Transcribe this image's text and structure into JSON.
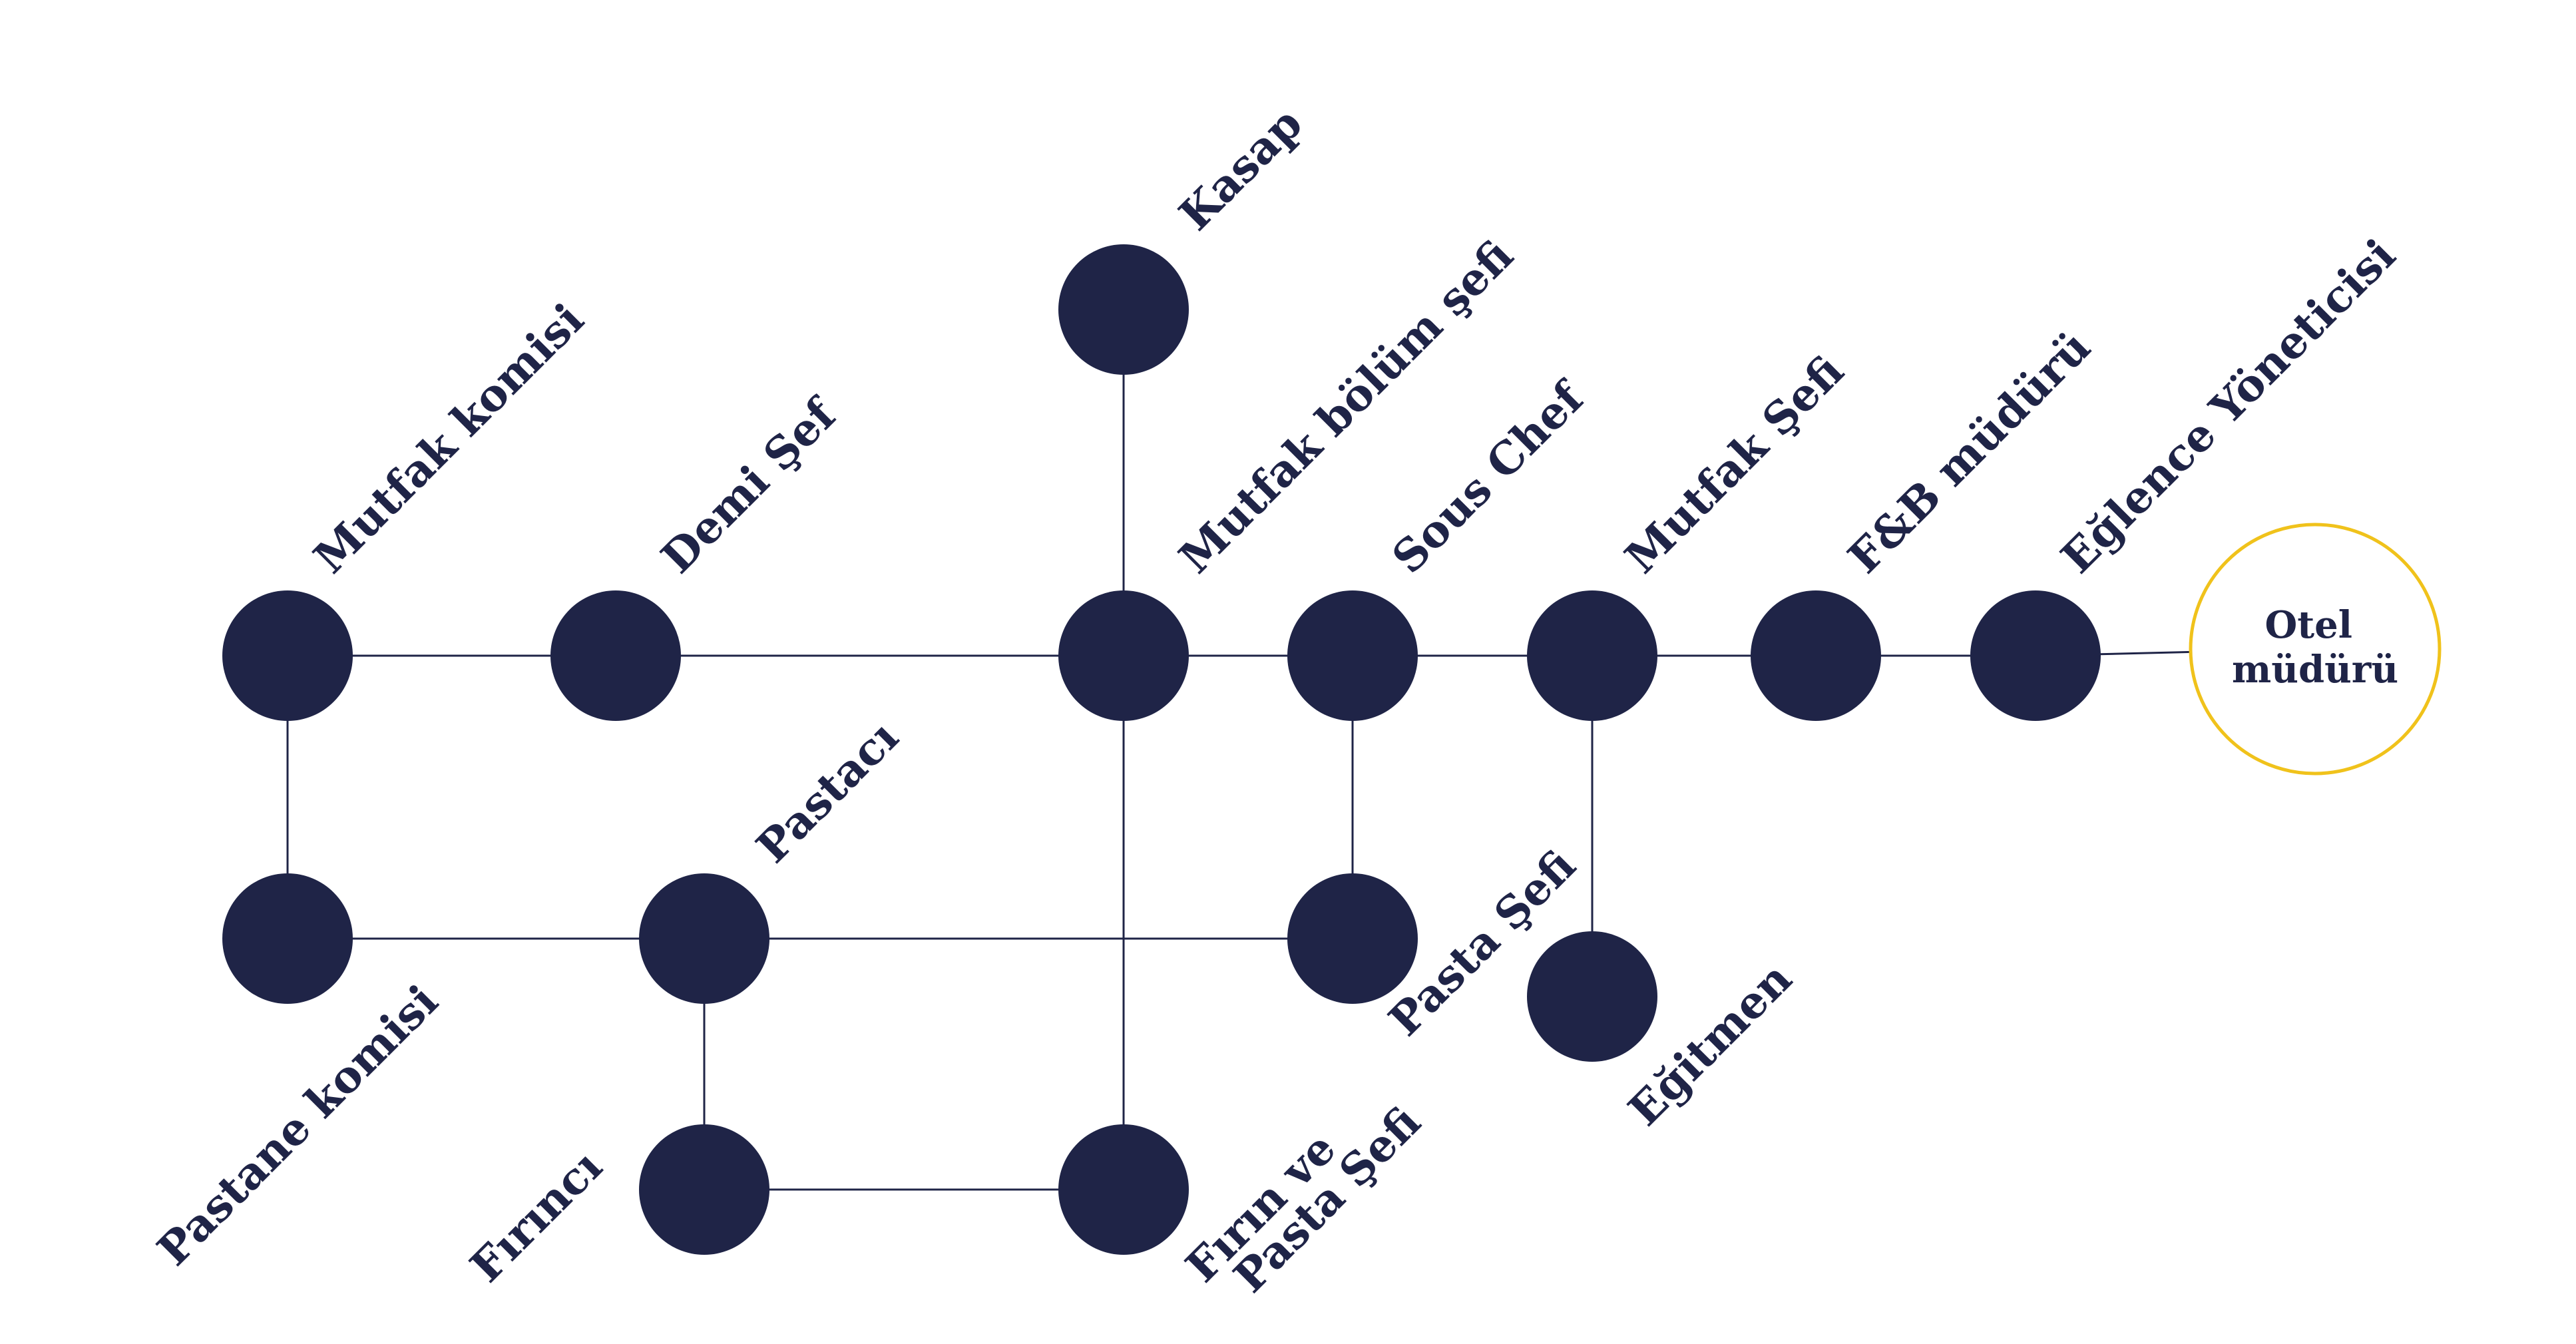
{
  "colors": {
    "node": "#1f2447",
    "edge": "#1f2447",
    "target_border": "#f0c21b",
    "background": "#ffffff"
  },
  "nodes": {
    "mutfak_komisi": {
      "label": "Mutfak komisi"
    },
    "demi_sef": {
      "label": "Demi Şef"
    },
    "kasap": {
      "label": "Kasap"
    },
    "mutfak_bolum_sefi": {
      "label": "Mutfak bölüm şefi"
    },
    "sous_chef": {
      "label": "Sous Chef"
    },
    "mutfak_sefi": {
      "label": "Mutfak Şefi"
    },
    "fb_muduru": {
      "label": "F&B müdürü"
    },
    "eglence_yoneticisi": {
      "label": "Eğlence Yöneticisi"
    },
    "otel_muduru": {
      "label_line1": "Otel",
      "label_line2": "müdürü"
    },
    "pastane_komisi": {
      "label": "Pastane komisi"
    },
    "pastaci": {
      "label": "Pastacı"
    },
    "pasta_sefi": {
      "label": "Pasta Şefi"
    },
    "egitmen": {
      "label": "Eğitmen"
    },
    "firinci": {
      "label": "Fırıncı"
    },
    "firin_ve_pasta_sefi": {
      "label_line1": "Fırın ve",
      "label_line2": "Pasta Şefi"
    }
  },
  "edges": [
    [
      "mutfak_komisi",
      "demi_sef"
    ],
    [
      "demi_sef",
      "mutfak_bolum_sefi"
    ],
    [
      "mutfak_bolum_sefi",
      "sous_chef"
    ],
    [
      "sous_chef",
      "mutfak_sefi"
    ],
    [
      "mutfak_sefi",
      "fb_muduru"
    ],
    [
      "fb_muduru",
      "eglence_yoneticisi"
    ],
    [
      "eglence_yoneticisi",
      "otel_muduru"
    ],
    [
      "kasap",
      "mutfak_bolum_sefi"
    ],
    [
      "mutfak_bolum_sefi",
      "firin_ve_pasta_sefi"
    ],
    [
      "mutfak_komisi",
      "pastane_komisi"
    ],
    [
      "pastane_komisi",
      "pastaci"
    ],
    [
      "pastaci",
      "pasta_sefi"
    ],
    [
      "sous_chef",
      "pasta_sefi"
    ],
    [
      "mutfak_sefi",
      "egitmen"
    ],
    [
      "pastaci",
      "firinci"
    ],
    [
      "firinci",
      "firin_ve_pasta_sefi"
    ]
  ]
}
